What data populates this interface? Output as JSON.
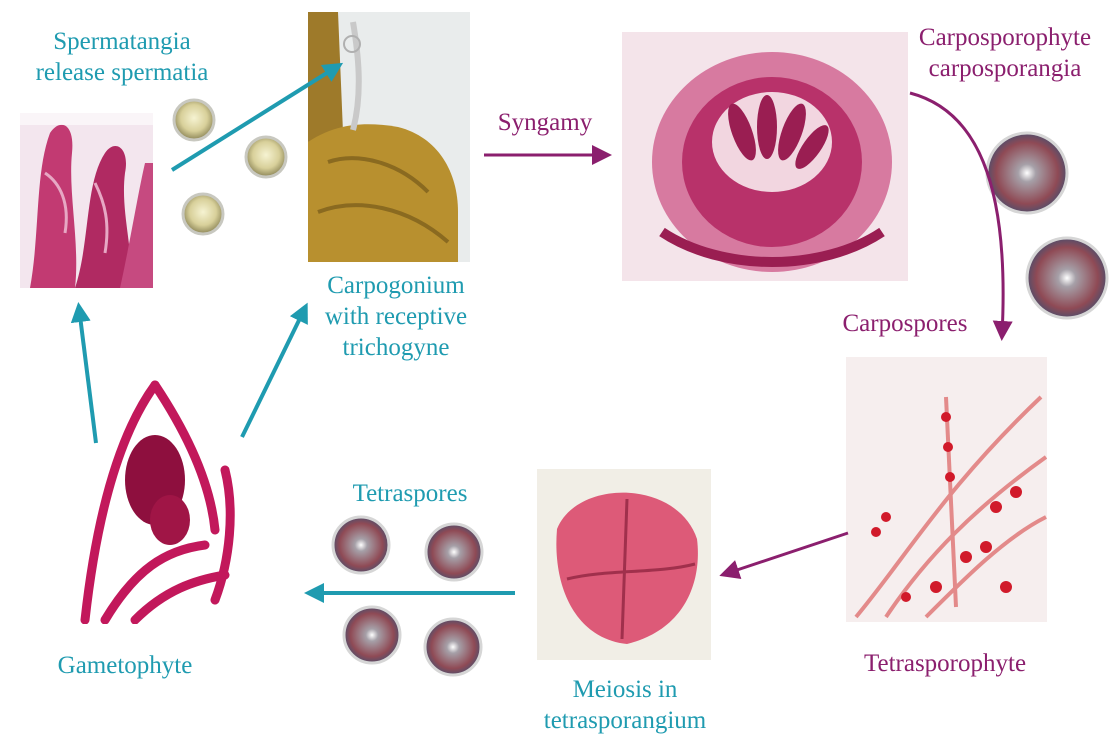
{
  "labels": {
    "spermatangia": [
      "Spermatangia",
      "release spermatia"
    ],
    "carpogonium": [
      "Carpogonium",
      "with receptive",
      "trichogyne"
    ],
    "syngamy": "Syngamy",
    "carposporophyte": [
      "Carposporophyte",
      "carposporangia"
    ],
    "carpospores": "Carpospores",
    "tetrasporophyte": "Tetrasporophyte",
    "meiosis": [
      "Meiosis in",
      "tetrasporangium"
    ],
    "tetraspores": "Tetraspores",
    "gametophyte": "Gametophyte"
  },
  "colors": {
    "gametophyte_phase": "#1f9bb0",
    "sporophyte_phase": "#8b1f6e",
    "red_alga": "#c2185b",
    "carpogonium_tissue": "#b08a2a"
  }
}
